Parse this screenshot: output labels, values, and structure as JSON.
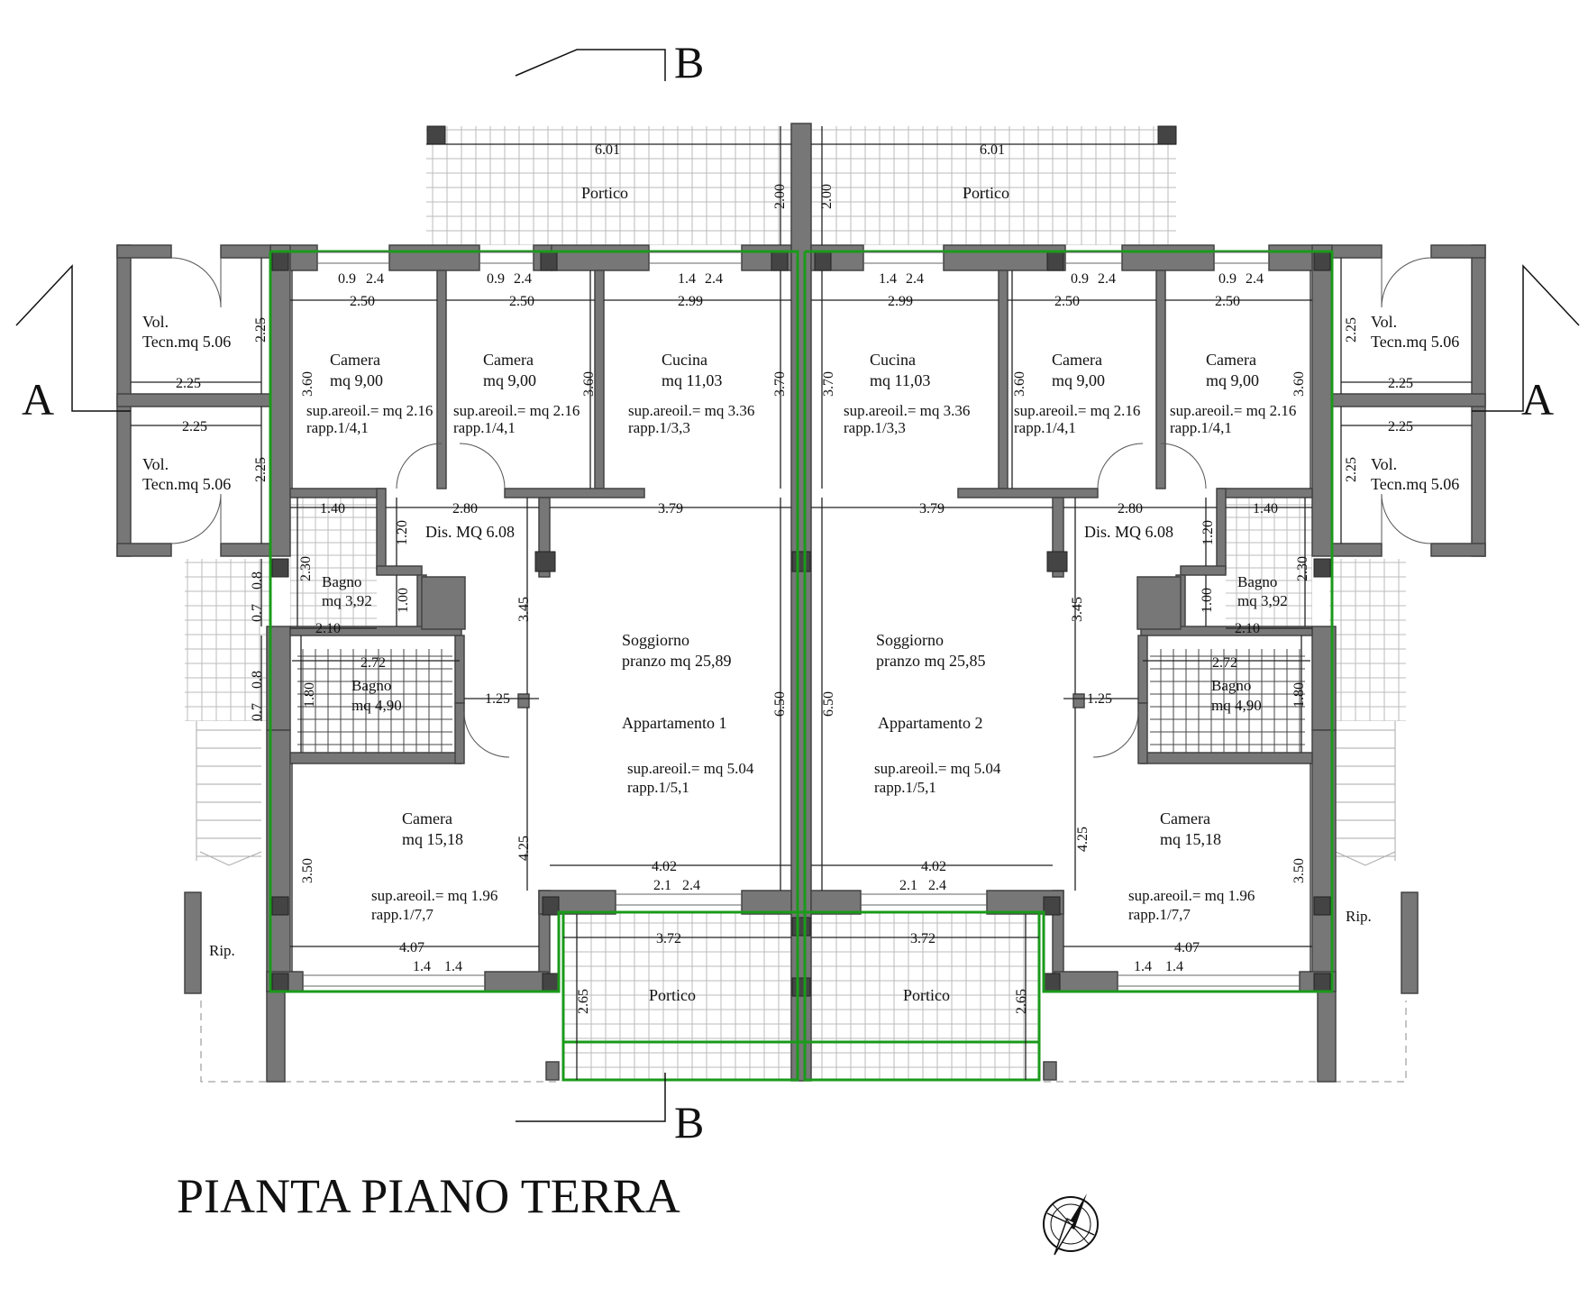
{
  "title": "PIANTA PIANO TERRA",
  "section_markers": {
    "a": "A",
    "b": "B"
  },
  "colors": {
    "walls": "#777777",
    "outline": "#1a9a1a",
    "tile_grid": "#bbbbbb"
  },
  "compass_icon": "north-arrow-icon",
  "rooms": {
    "left": {
      "portico_top": "Portico",
      "vol1": [
        "Vol.",
        "Tecn.mq 5.06"
      ],
      "vol2": [
        "Vol.",
        "Tecn.mq 5.06"
      ],
      "camera1": [
        "Camera",
        "mq 9,00",
        "sup.areoil.= mq 2.16",
        "rapp.1/4,1"
      ],
      "camera2": [
        "Camera",
        "mq 9,00",
        "sup.areoil.= mq 2.16",
        "rapp.1/4,1"
      ],
      "cucina": [
        "Cucina",
        "mq 11,03",
        "sup.areoil.= mq 3.36",
        "rapp.1/3,3"
      ],
      "dis": "Dis. MQ 6.08",
      "bagno_small": [
        "Bagno",
        "mq 3,92"
      ],
      "bagno_big": [
        "Bagno",
        "mq 4,90"
      ],
      "soggiorno": [
        "Soggiorno",
        "pranzo mq 25,89",
        "Appartamento 1",
        "sup.areoil.= mq 5.04",
        "rapp.1/5,1"
      ],
      "camera_big": [
        "Camera",
        "mq 15,18",
        "sup.areoil.= mq 1.96",
        "rapp.1/7,7"
      ],
      "portico_bottom": "Portico",
      "rip": "Rip."
    },
    "right": {
      "portico_top": "Portico",
      "vol1": [
        "Vol.",
        "Tecn.mq 5.06"
      ],
      "vol2": [
        "Vol.",
        "Tecn.mq 5.06"
      ],
      "camera1": [
        "Camera",
        "mq 9,00",
        "sup.areoil.= mq 2.16",
        "rapp.1/4,1"
      ],
      "camera2": [
        "Camera",
        "mq 9,00",
        "sup.areoil.= mq 2.16",
        "rapp.1/4,1"
      ],
      "cucina": [
        "Cucina",
        "mq 11,03",
        "sup.areoil.= mq 3.36",
        "rapp.1/3,3"
      ],
      "dis": "Dis. MQ 6.08",
      "bagno_small": [
        "Bagno",
        "mq 3,92"
      ],
      "bagno_big": [
        "Bagno",
        "mq 4,90"
      ],
      "soggiorno": [
        "Soggiorno",
        "pranzo mq 25,85",
        "Appartamento 2",
        "sup.areoil.= mq 5.04",
        "rapp.1/5,1"
      ],
      "camera_big": [
        "Camera",
        "mq 15,18",
        "sup.areoil.= mq 1.96",
        "rapp.1/7,7"
      ],
      "portico_bottom": "Portico",
      "rip": "Rip."
    }
  },
  "dims": {
    "portico_w": "6.01",
    "portico_d": "2.00",
    "win_cam": [
      "0.9",
      "2.4"
    ],
    "win_cuc": [
      "1.4",
      "2.4"
    ],
    "cam_w": "2.50",
    "cuc_w": "2.99",
    "cam_h": "3.60",
    "cuc_h": "3.70",
    "vol_w": "2.25",
    "vol_h": "2.25",
    "d140": "1.40",
    "d280": "2.80",
    "d379": "3.79",
    "d120": "1.20",
    "d230": "2.30",
    "d100": "1.00",
    "d210": "2.10",
    "d272": "2.72",
    "d180": "1.80",
    "d125": "1.25",
    "d345": "3.45",
    "d650": "6.50",
    "d425": "4.25",
    "d350": "3.50",
    "d402": "4.02",
    "d407": "4.07",
    "d372": "3.72",
    "d265": "2.65",
    "win_sog": [
      "2.1",
      "2.4"
    ],
    "win_cam_big": [
      "1.4",
      "1.4"
    ],
    "side_win": [
      "0.7",
      "0.8"
    ]
  }
}
